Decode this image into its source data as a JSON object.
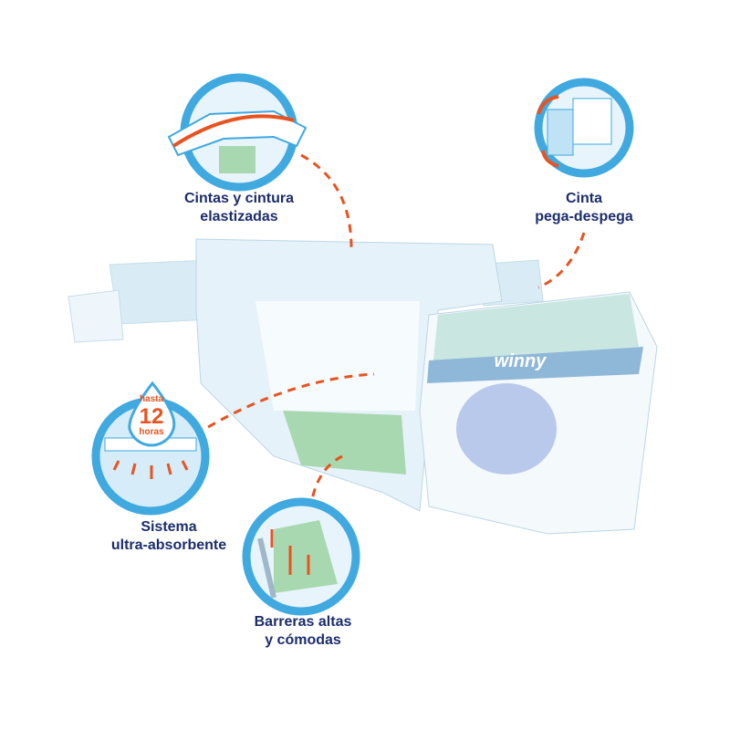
{
  "brand": "winny",
  "features": [
    {
      "line1": "Cintas y cintura",
      "line2": "elastizadas",
      "icon": "elastic-waist-icon"
    },
    {
      "line1": "Cinta",
      "line2": "pega-despega",
      "icon": "reusable-tape-icon"
    },
    {
      "line1": "Sistema",
      "line2": "ultra-absorbente",
      "icon": "absorbent-core-icon",
      "badge": {
        "top": "hasta",
        "number": "12",
        "bottom": "horas"
      }
    },
    {
      "line1": "Barreras altas",
      "line2": "y cómodas",
      "icon": "leak-barrier-icon"
    }
  ],
  "colors": {
    "circle": "#3fa9e0",
    "accent": "#e8531f",
    "text": "#1b2d6e",
    "core": "#a8d8b0"
  }
}
